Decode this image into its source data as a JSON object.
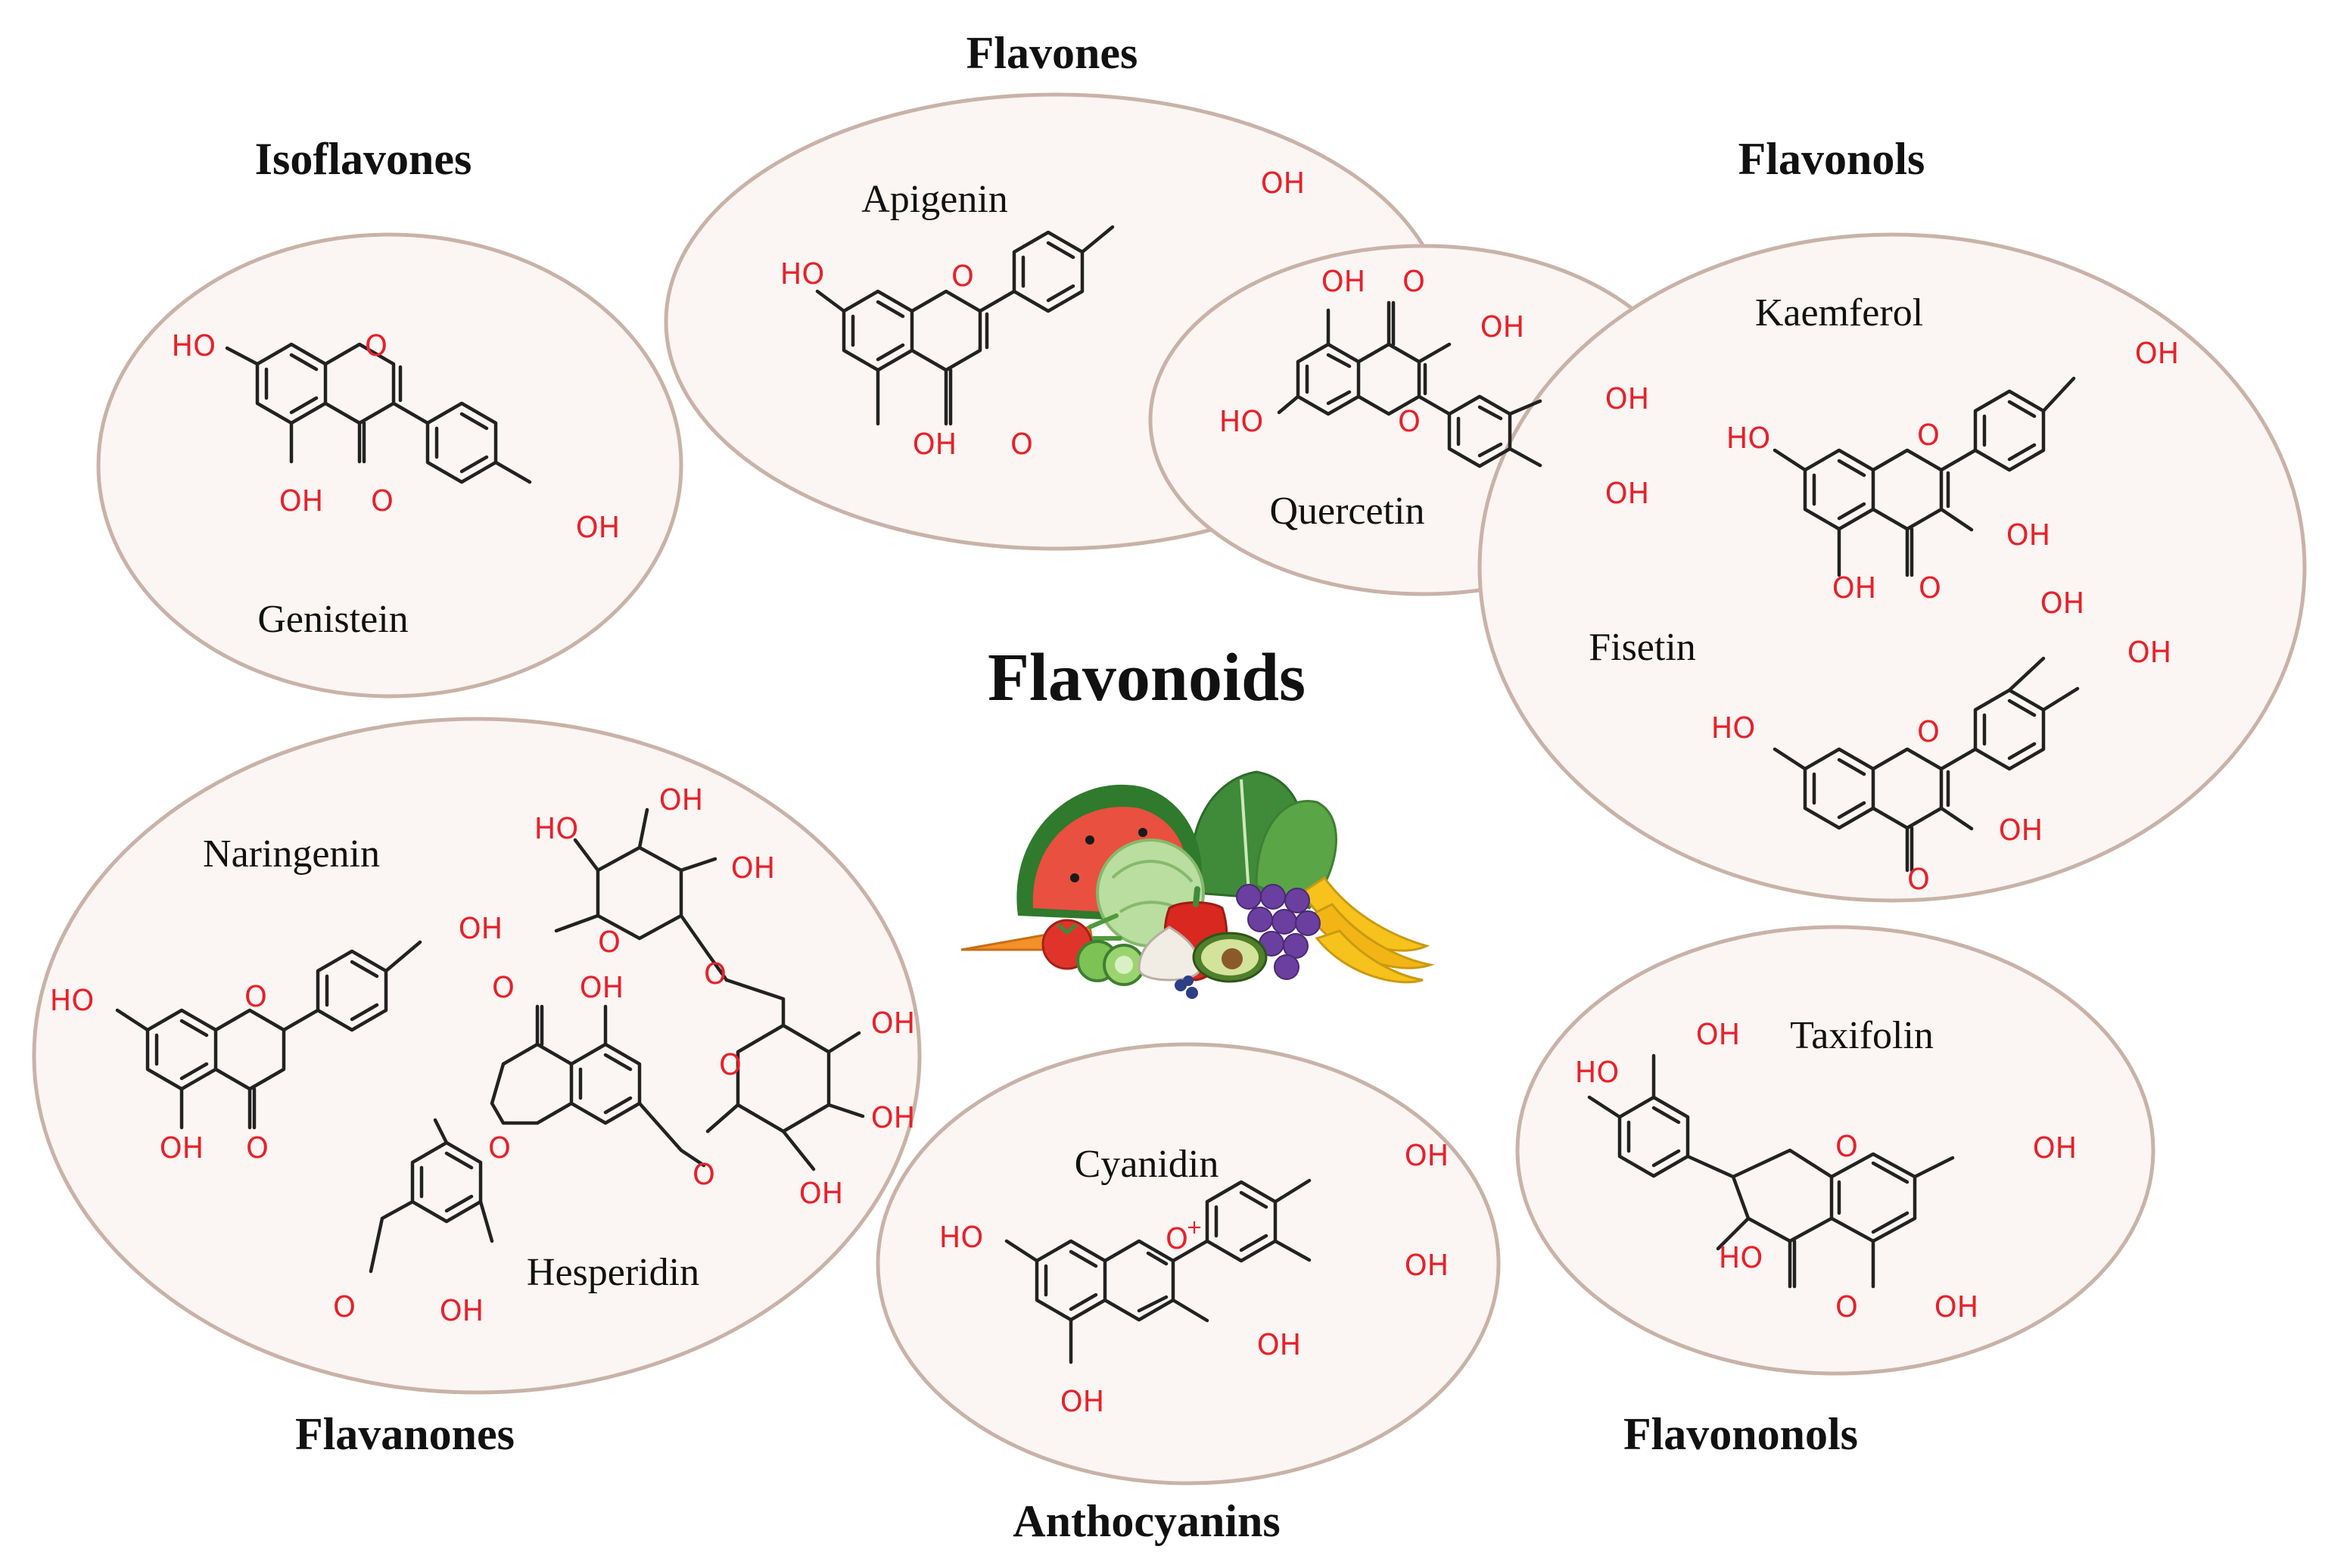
{
  "title": "Flavonoids",
  "colors": {
    "oval_fill": "#fbf6f3",
    "oval_stroke": "#c9b2a8",
    "heteroatom": "#e8202a",
    "bond": "#222222"
  },
  "categories": {
    "isoflavones": "Isoflavones",
    "flavones": "Flavones",
    "flavonols": "Flavonols",
    "flavanones": "Flavanones",
    "anthocyanins": "Anthocyanins",
    "flavononols": "Flavononols"
  },
  "compounds": {
    "genistein": "Genistein",
    "apigenin": "Apigenin",
    "quercetin": "Quercetin",
    "kaemferol": "Kaemferol",
    "fisetin": "Fisetin",
    "naringenin": "Naringenin",
    "hesperidin": "Hesperidin",
    "cyanidin": "Cyanidin",
    "taxifolin": "Taxifolin"
  },
  "atoms": {
    "oh": "OH",
    "ho": "HO",
    "o": "O",
    "o_plus": "O",
    "plus": "+"
  },
  "illustration": "fruits-and-vegetables"
}
